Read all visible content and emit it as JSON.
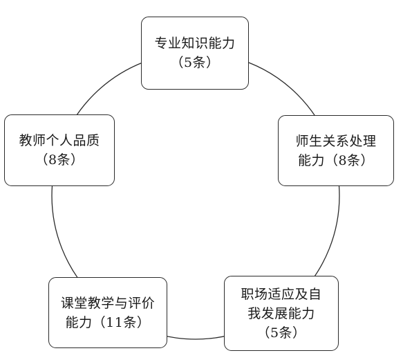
{
  "diagram": {
    "type": "cycle",
    "colors": {
      "line": "#2a2a2a",
      "box_border": "#2a2a2a",
      "box_fill": "#ffffff",
      "text": "#1a1a1a"
    },
    "nodes": [
      {
        "id": "top",
        "lines": [
          "专业知识能力",
          "（5条）"
        ]
      },
      {
        "id": "right",
        "lines": [
          "师生关系处理",
          "能力（8条）"
        ]
      },
      {
        "id": "bottom-right",
        "lines": [
          "职场适应及自",
          "我发展能力",
          "（5条）"
        ]
      },
      {
        "id": "bottom-left",
        "lines": [
          "课堂教学与评价",
          "能力（11条）"
        ]
      },
      {
        "id": "left",
        "lines": [
          "教师个人品质",
          "（8条）"
        ]
      }
    ]
  }
}
